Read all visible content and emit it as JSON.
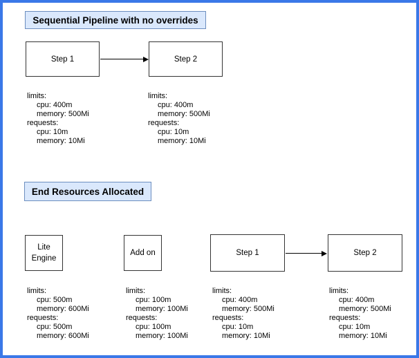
{
  "colors": {
    "frame_border": "#3a78e8",
    "title_fill": "#dae8fc",
    "title_border": "#6c8ebf",
    "node_border": "#333333",
    "node_fill": "#ffffff",
    "text": "#000000"
  },
  "section1": {
    "title": "Sequential Pipeline with no overrides",
    "nodes": [
      {
        "label": "Step 1"
      },
      {
        "label": "Step 2"
      }
    ],
    "resources": [
      {
        "lines": [
          "limits:",
          "cpu: 400m",
          "memory: 500Mi",
          "requests:",
          "cpu: 10m",
          "memory: 10Mi"
        ]
      },
      {
        "lines": [
          "limits:",
          "cpu: 400m",
          "memory: 500Mi",
          "requests:",
          "cpu: 10m",
          "memory: 10Mi"
        ]
      }
    ]
  },
  "section2": {
    "title": "End Resources Allocated",
    "nodes": [
      {
        "label": "Lite Engine"
      },
      {
        "label": "Add on"
      },
      {
        "label": "Step 1"
      },
      {
        "label": "Step 2"
      }
    ],
    "resources": [
      {
        "lines": [
          "limits:",
          "cpu: 500m",
          "memory: 600Mi",
          "requests:",
          "cpu: 500m",
          "memory: 600Mi"
        ]
      },
      {
        "lines": [
          "limits:",
          "cpu: 100m",
          "memory: 100Mi",
          "requests:",
          "cpu: 100m",
          "memory: 100Mi"
        ]
      },
      {
        "lines": [
          "limits:",
          "cpu: 400m",
          "memory: 500Mi",
          "requests:",
          "cpu: 10m",
          "memory: 10Mi"
        ]
      },
      {
        "lines": [
          "limits:",
          "cpu: 400m",
          "memory: 500Mi",
          "requests:",
          "cpu: 10m",
          "memory: 10Mi"
        ]
      }
    ]
  }
}
